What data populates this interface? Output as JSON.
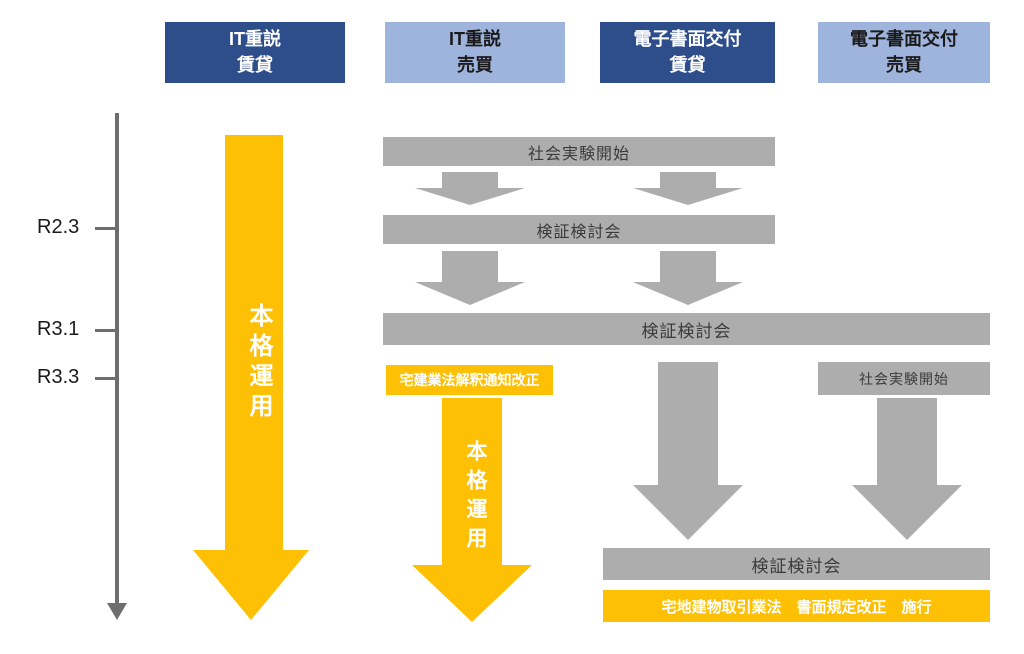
{
  "colors": {
    "dark_blue": "#2E4D8B",
    "light_blue": "#9FB4DC",
    "gray": "#ADADAD",
    "yellow": "#FDC004",
    "timeline_gray": "#6E6E6E"
  },
  "headers": [
    {
      "line1": "IT重説",
      "line2": "賃貸"
    },
    {
      "line1": "IT重説",
      "line2": "売買"
    },
    {
      "line1": "電子書面交付",
      "line2": "賃貸"
    },
    {
      "line1": "電子書面交付",
      "line2": "売買"
    }
  ],
  "timeline": {
    "ticks": [
      {
        "label": "R2.3"
      },
      {
        "label": "R3.1"
      },
      {
        "label": "R3.3"
      }
    ]
  },
  "bars": {
    "social_experiment_start_1": "社会実験開始",
    "review_meeting_1": "検証検討会",
    "review_meeting_2": "検証検討会",
    "social_experiment_start_2": "社会実験開始",
    "review_meeting_3": "検証検討会",
    "interpretation_notice_amendment": "宅建業法解釈通知改正",
    "law_amendment_enforcement": "宅地建物取引業法　書面規定改正　施行"
  },
  "arrows": {
    "full_operation_rental": "本格運用",
    "full_operation_sale": "本格運用"
  }
}
